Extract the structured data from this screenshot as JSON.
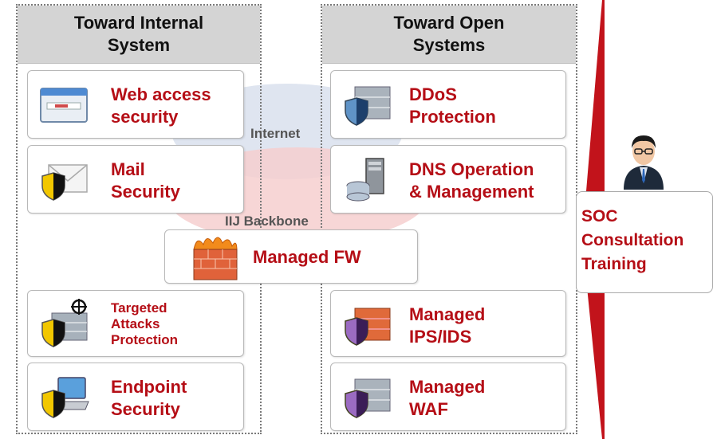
{
  "left_column": {
    "header": "Toward Internal\nSystem",
    "items": [
      {
        "label": "Web access\nsecurity",
        "icon": "browser-window-icon"
      },
      {
        "label": "Mail\nSecurity",
        "icon": "mail-shield-icon"
      },
      {
        "label": "Targeted\nAttacks\nProtection",
        "icon": "target-firewall-shield-icon"
      },
      {
        "label": "Endpoint\nSecurity",
        "icon": "laptop-shield-icon"
      }
    ]
  },
  "right_column": {
    "header": "Toward Open\nSystems",
    "items": [
      {
        "label": "DDoS\nProtection",
        "icon": "firewall-shield-icon"
      },
      {
        "label": "DNS Operation\n& Management",
        "icon": "server-database-icon"
      },
      {
        "label": "Managed\nIPS/IDS",
        "icon": "red-firewall-purple-shield-icon"
      },
      {
        "label": "Managed\nWAF",
        "icon": "gray-firewall-purple-shield-icon"
      }
    ]
  },
  "center": {
    "internet_label": "Internet",
    "backbone_label": "IIJ Backbone",
    "managed_fw_label": "Managed FW",
    "managed_fw_icon": "burning-firewall-icon"
  },
  "soc": {
    "lines": [
      "SOC",
      "Consultation",
      "Training"
    ],
    "person_icon": "operator-avatar-icon"
  },
  "colors": {
    "accent_red": "#b50e16",
    "header_gray": "#d4d4d4",
    "internet_blue": "#dfe5f0",
    "backbone_pink": "#f6cfcf"
  }
}
